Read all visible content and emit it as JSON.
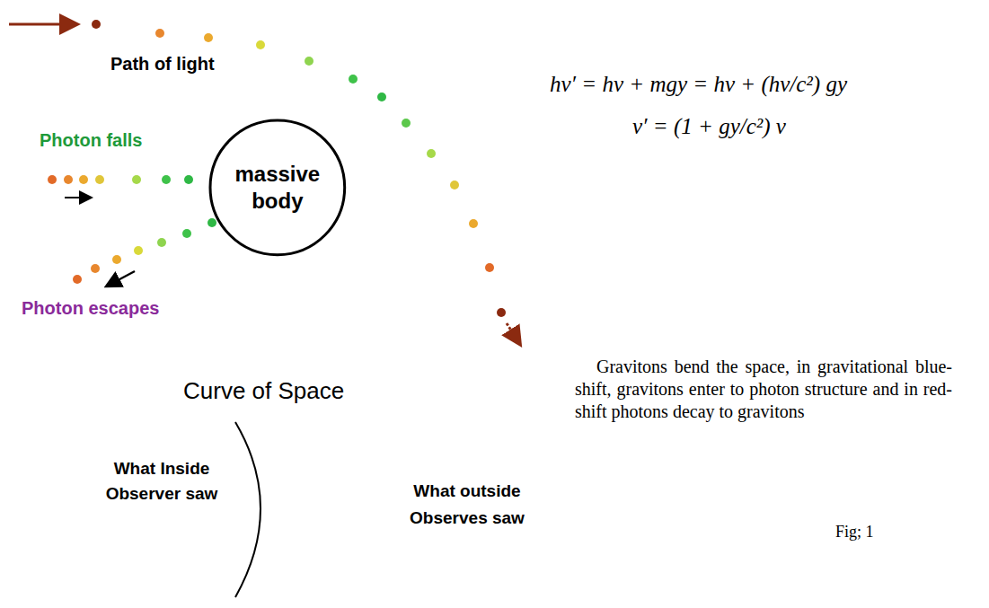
{
  "diagram": {
    "caption": "Fig; 1",
    "nodes": [
      {
        "text": [
          "massive body"
        ]
      }
    ],
    "edges": [],
    "labels": [
      "Path of light",
      "Photon falls",
      "Photon escapes",
      "hv′ = hv + mgy = hv + (hv/c²) gy",
      "v′ = (1 + gy/c²) v",
      "Gravitons bend the space, in gravitational blue-shift, gravitons enter to photon structure and in red-shift photons decay to gravitons",
      "Curve of Space",
      "What Inside Observer saw",
      "What outside Observes saw"
    ]
  }
}
